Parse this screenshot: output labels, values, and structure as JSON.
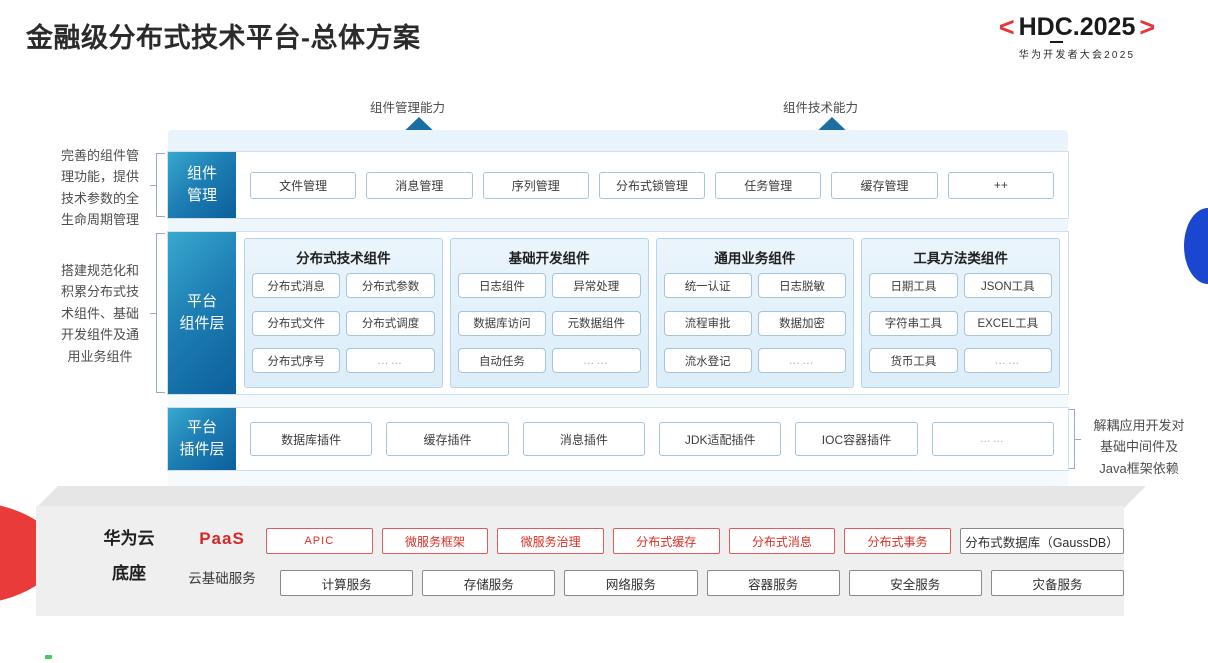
{
  "header": {
    "title": "金融级分布式技术平台-总体方案",
    "logo": {
      "left_bracket": "<",
      "word": "HDC.2025",
      "right_bracket": ">",
      "subtitle": "华为开发者大会2025",
      "bracket_color": "#e8353a"
    }
  },
  "capabilities": [
    {
      "label": "组件管理能力"
    },
    {
      "label": "组件技术能力"
    }
  ],
  "side_notes": {
    "left_top": "完善的组件管\n理功能，提供\n技术参数的全\n生命周期管理",
    "left_top_lines": [
      "完善的组件管",
      "理功能，提供",
      "技术参数的全",
      "生命周期管理"
    ],
    "left_bottom_lines": [
      "搭建规范化和",
      "积累分布式技",
      "术组件、基础",
      "开发组件及通",
      "用业务组件"
    ],
    "right_lines": [
      "解耦应用开发对",
      "基础中间件及",
      "Java框架依赖"
    ]
  },
  "rows": {
    "management": {
      "sidebar_lines": [
        "组件",
        "管理"
      ],
      "items": [
        "文件管理",
        "消息管理",
        "序列管理",
        "分布式锁管理",
        "任务管理",
        "缓存管理",
        "++"
      ]
    },
    "component_layer": {
      "sidebar_lines": [
        "平台",
        "组件层"
      ],
      "groups": [
        {
          "title": "分布式技术组件",
          "items": [
            "分布式消息",
            "分布式参数",
            "分布式文件",
            "分布式调度",
            "分布式序号",
            "……"
          ]
        },
        {
          "title": "基础开发组件",
          "items": [
            "日志组件",
            "异常处理",
            "数据库访问",
            "元数据组件",
            "自动任务",
            "……"
          ]
        },
        {
          "title": "通用业务组件",
          "items": [
            "统一认证",
            "日志脱敏",
            "流程审批",
            "数据加密",
            "流水登记",
            "……"
          ]
        },
        {
          "title": "工具方法类组件",
          "items": [
            "日期工具",
            "JSON工具",
            "字符串工具",
            "EXCEL工具",
            "货币工具",
            "……"
          ]
        }
      ]
    },
    "plugin_layer": {
      "sidebar_lines": [
        "平台",
        "插件层"
      ],
      "items": [
        "数据库插件",
        "缓存插件",
        "消息插件",
        "JDK适配插件",
        "IOC容器插件",
        "……"
      ]
    }
  },
  "base": {
    "label_lines": [
      "华为云",
      "底座"
    ],
    "paas_title": "PaaS",
    "cloud_title": "云基础服务",
    "paas_items": [
      "APIC",
      "微服务框架",
      "微服务治理",
      "分布式缓存",
      "分布式消息",
      "分布式事务"
    ],
    "paas_gray_item": "分布式数据库（GaussDB）",
    "cloud_items": [
      "计算服务",
      "存储服务",
      "网络服务",
      "容器服务",
      "安全服务",
      "灾备服务"
    ]
  },
  "colors": {
    "accent_blue": "#1e7fb4",
    "accent_red": "#d93025",
    "brand_red": "#e8353a",
    "arc_blue": "#1b46d0",
    "green_dot": "#49c95a"
  }
}
